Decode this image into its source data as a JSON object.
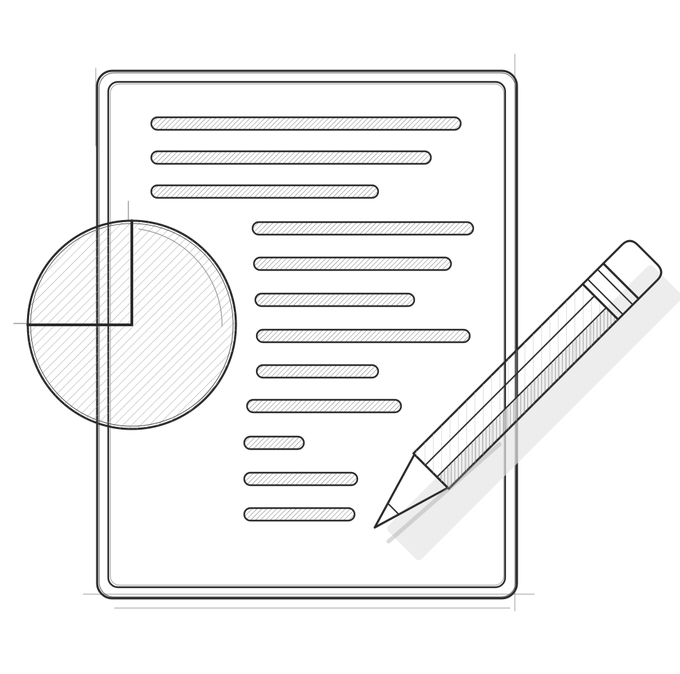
{
  "illustration": {
    "style": "pencil-sketch",
    "colors": {
      "ink": "#2b2b2b",
      "paper": "#ffffff",
      "hatch": "#6e6e6e"
    },
    "icons": [
      "document-icon",
      "pie-chart-icon",
      "pencil-icon"
    ],
    "document_text_lines": 12,
    "pie_chart_slices": [
      {
        "name": "quarter",
        "fraction": 0.25
      },
      {
        "name": "remainder",
        "fraction": 0.75
      }
    ]
  }
}
